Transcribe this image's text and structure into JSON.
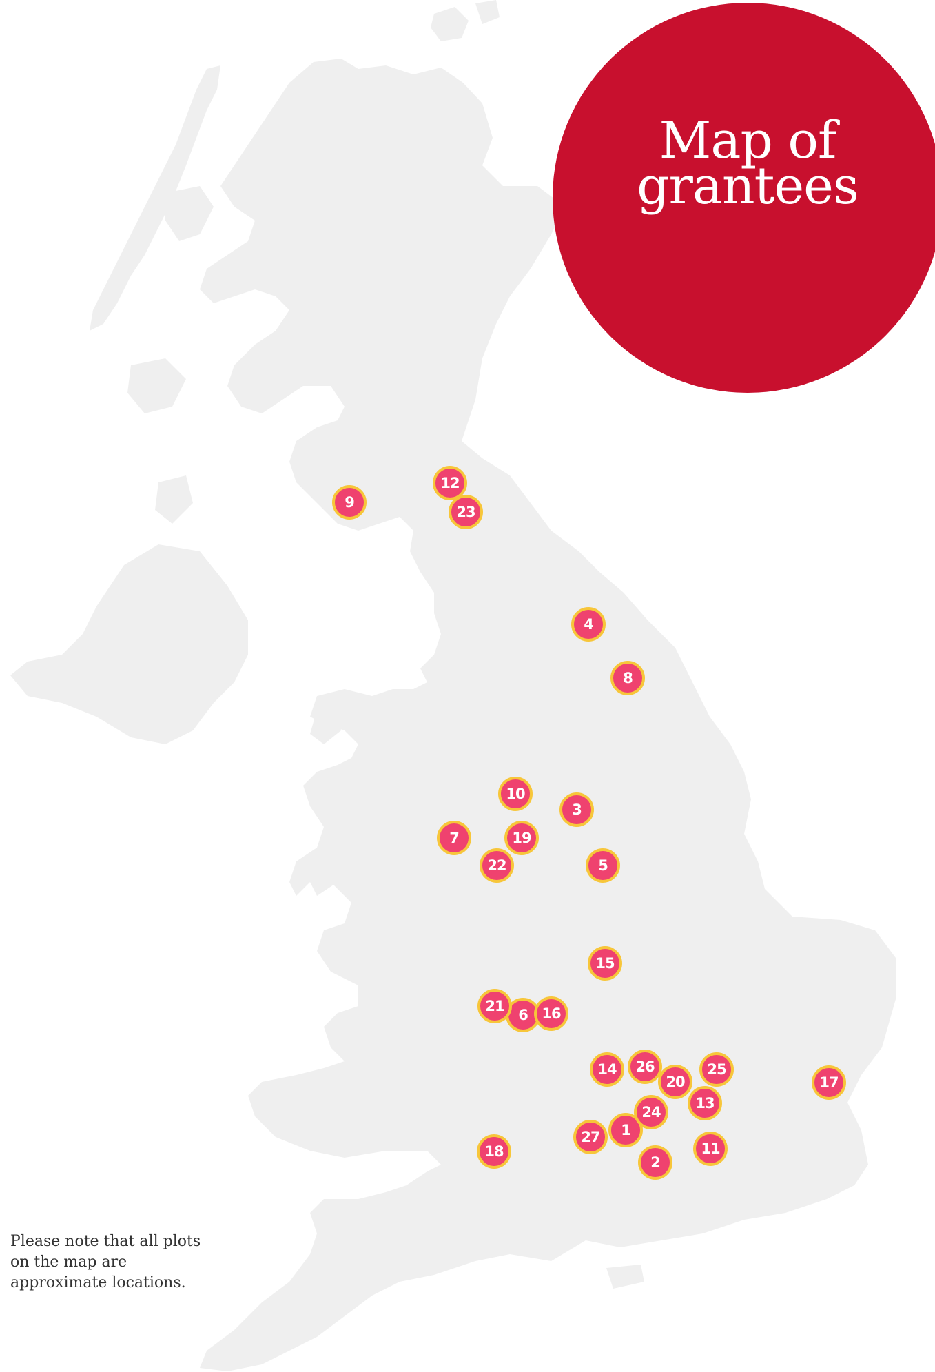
{
  "title": {
    "line1": "Map of",
    "line2": "grantees"
  },
  "note": "Please note that all plots on the map are approximate locations.",
  "colors": {
    "land": "#efefef",
    "title_circle": "#c8102e",
    "marker_fill": "#ef426f",
    "marker_border": "#f7c63a"
  },
  "markers": [
    {
      "label": "1"
    },
    {
      "label": "2"
    },
    {
      "label": "3"
    },
    {
      "label": "4"
    },
    {
      "label": "5"
    },
    {
      "label": "6"
    },
    {
      "label": "7"
    },
    {
      "label": "8"
    },
    {
      "label": "9"
    },
    {
      "label": "10"
    },
    {
      "label": "11"
    },
    {
      "label": "12"
    },
    {
      "label": "13"
    },
    {
      "label": "14"
    },
    {
      "label": "15"
    },
    {
      "label": "16"
    },
    {
      "label": "17"
    },
    {
      "label": "18"
    },
    {
      "label": "19"
    },
    {
      "label": "20"
    },
    {
      "label": "21"
    },
    {
      "label": "22"
    },
    {
      "label": "23"
    },
    {
      "label": "24"
    },
    {
      "label": "25"
    },
    {
      "label": "26"
    },
    {
      "label": "27"
    }
  ]
}
